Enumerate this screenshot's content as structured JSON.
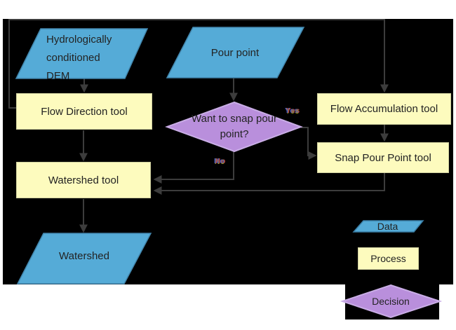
{
  "diagram": {
    "nodes": {
      "dem": {
        "label": "Hydrologically conditioned DEM",
        "type": "data"
      },
      "pour_point": {
        "label": "Pour point",
        "type": "data"
      },
      "flow_direction": {
        "label": "Flow Direction tool",
        "type": "process"
      },
      "flow_accumulation": {
        "label": "Flow Accumulation tool",
        "type": "process"
      },
      "snap_pour_point": {
        "label": "Snap Pour Point tool",
        "type": "process"
      },
      "decision_snap": {
        "label": "Want to snap pour point?",
        "type": "decision"
      },
      "watershed_tool": {
        "label": "Watershed tool",
        "type": "process"
      },
      "watershed": {
        "label": "Watershed",
        "type": "data"
      }
    },
    "edge_labels": {
      "yes": "Yes",
      "no": "No"
    },
    "legend": {
      "data": "Data",
      "process": "Process",
      "decision": "Decision"
    },
    "colors": {
      "data_fill": "#55abd7",
      "data_stroke": "#4286ad",
      "process_fill": "#fdfbbe",
      "process_stroke": "#cfcf9e",
      "decision_fill": "#b98fdc",
      "decision_stroke": "#c9ade6",
      "connector": "#3c3c3c",
      "canvas_background": "#000000",
      "page_background": "#ffffff",
      "text": "#232323"
    }
  }
}
